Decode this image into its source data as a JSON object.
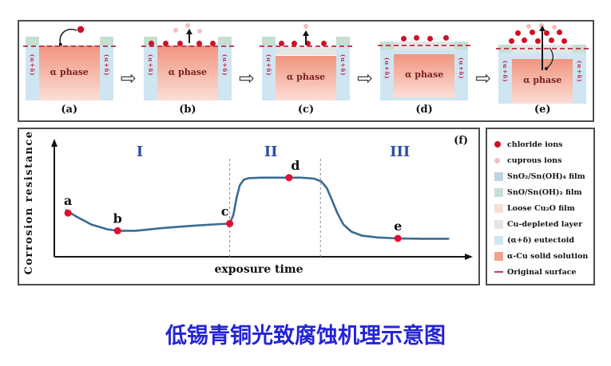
{
  "caption": {
    "text": "低锡青铜光致腐蚀机理示意图",
    "color": "#2424d8"
  },
  "panels_strip": {
    "arrow_glyph": "⇨",
    "panels": [
      {
        "id": "a",
        "variant": "a",
        "label": "(a)",
        "phase_label": "α phase",
        "pillar_label": "(α+δ)",
        "chloride_dots": 1,
        "cuprous_dots": 0
      },
      {
        "id": "b",
        "variant": "b",
        "label": "(b)",
        "phase_label": "α phase",
        "pillar_label": "(α+δ)",
        "chloride_dots": 5,
        "cuprous_dots": 3
      },
      {
        "id": "c",
        "variant": "c",
        "label": "(c)",
        "phase_label": "α phase",
        "pillar_label": "(α+δ)",
        "chloride_dots": 4,
        "cuprous_dots": 1
      },
      {
        "id": "d",
        "variant": "d",
        "label": "(d)",
        "phase_label": "α phase",
        "pillar_label": "(α+δ)",
        "chloride_dots": 4,
        "cuprous_dots": 0
      },
      {
        "id": "e",
        "variant": "e",
        "label": "(e)",
        "phase_label": "α phase",
        "pillar_label": "(α+δ)",
        "chloride_dots": 9,
        "cuprous_dots": 3
      }
    ]
  },
  "chart_data": {
    "type": "line",
    "panel_tag": "(f)",
    "xlabel": "exposure time",
    "ylabel": "Corrosion resistance",
    "axis_ranges": {
      "x": "unscaled exposure time",
      "y": "unscaled corrosion resistance, arrow axes, no ticks"
    },
    "grid": false,
    "regions": [
      {
        "label": "I",
        "x": 0.2
      },
      {
        "label": "II",
        "x": 0.525
      },
      {
        "label": "III",
        "x": 0.845
      }
    ],
    "dividers_x": [
      0.423,
      0.648
    ],
    "points": [
      {
        "label": "a",
        "x": 0.022,
        "y": 0.44
      },
      {
        "label": "b",
        "x": 0.145,
        "y": 0.255
      },
      {
        "label": "c",
        "x": 0.423,
        "y": 0.33
      },
      {
        "label": "d",
        "x": 0.57,
        "y": 0.81
      },
      {
        "label": "e",
        "x": 0.84,
        "y": 0.175
      }
    ],
    "curve": [
      [
        0.018,
        0.47
      ],
      [
        0.04,
        0.41
      ],
      [
        0.08,
        0.32
      ],
      [
        0.12,
        0.27
      ],
      [
        0.145,
        0.255
      ],
      [
        0.19,
        0.255
      ],
      [
        0.26,
        0.285
      ],
      [
        0.34,
        0.31
      ],
      [
        0.4,
        0.325
      ],
      [
        0.423,
        0.33
      ],
      [
        0.432,
        0.42
      ],
      [
        0.44,
        0.6
      ],
      [
        0.448,
        0.73
      ],
      [
        0.458,
        0.79
      ],
      [
        0.47,
        0.805
      ],
      [
        0.5,
        0.81
      ],
      [
        0.55,
        0.81
      ],
      [
        0.6,
        0.81
      ],
      [
        0.632,
        0.8
      ],
      [
        0.65,
        0.77
      ],
      [
        0.664,
        0.7
      ],
      [
        0.676,
        0.58
      ],
      [
        0.69,
        0.44
      ],
      [
        0.705,
        0.32
      ],
      [
        0.725,
        0.245
      ],
      [
        0.75,
        0.205
      ],
      [
        0.79,
        0.185
      ],
      [
        0.84,
        0.175
      ],
      [
        0.9,
        0.172
      ],
      [
        0.965,
        0.172
      ]
    ],
    "curve_color": "#3a6b90",
    "point_color": "#e01030",
    "region_color": "#2b4fa3",
    "divider_color": "#8a8a8a",
    "axis_color": "#151515"
  },
  "legend": {
    "items": [
      {
        "label": "chloride ions",
        "shape": "circle",
        "color": "#cf1126"
      },
      {
        "label": "cuprous ions",
        "shape": "circle-small",
        "color": "#f2bfbf"
      },
      {
        "label": "SnO₂/Sn(OH)₄ film",
        "shape": "square",
        "color": "#bdd3e0"
      },
      {
        "label": "SnO/Sn(OH)₂ film",
        "shape": "square",
        "color": "#c5dfd0"
      },
      {
        "label": "Loose Cu₂O film",
        "shape": "square",
        "color": "#f8ded8"
      },
      {
        "label": "Cu-depleted layer",
        "shape": "square",
        "color": "#e4e6e4"
      },
      {
        "label": "(α+δ) eutectoid",
        "shape": "square",
        "color": "#cfe5f1"
      },
      {
        "label": "α-Cu solid solution",
        "shape": "square",
        "color": "#f2a28c"
      },
      {
        "label": "Original surface",
        "shape": "dashes",
        "color": "#c04058"
      }
    ]
  },
  "colors": {
    "eutectoid": "#cfe5f1",
    "sno_film": "#c5dfd0",
    "sno2_film": "#bdd3e0",
    "alpha_top": "#f0947e",
    "alpha_bottom": "#fbded6",
    "depleted": "#e4e6e4",
    "chloride": "#cf1126",
    "cuprous": "#f2bfbf",
    "surface_line": "#c04058",
    "phase_text": "#7b1f1f",
    "pillar_text": "#c22848"
  }
}
